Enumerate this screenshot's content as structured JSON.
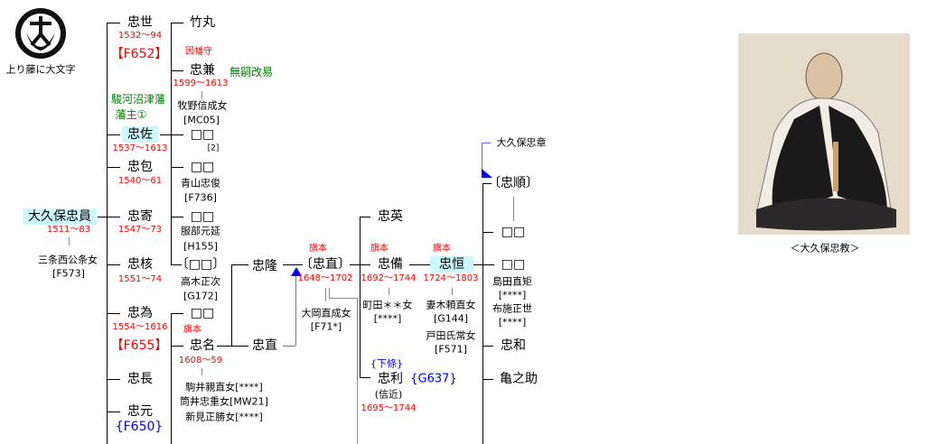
{
  "crest": {
    "label": "上り藤に大文字"
  },
  "root": {
    "name": "大久保忠員",
    "dates": "1511〜83",
    "wife": "三条西公条女",
    "wife_code": "[F573]"
  },
  "gen2": [
    {
      "name": "忠世",
      "dates": "1532〜94",
      "code": "【F652】"
    },
    {
      "note1": "駿河沼津藩",
      "note2": "藩主①",
      "name": "忠佐",
      "dates": "1537〜1613"
    },
    {
      "name": "忠包",
      "dates": "1540〜61"
    },
    {
      "name": "忠寄",
      "dates": "1547〜73"
    },
    {
      "name": "忠核",
      "dates": "1551〜74"
    },
    {
      "name": "忠為",
      "dates": "1554〜1616",
      "code": "【F655】"
    },
    {
      "name": "忠長"
    },
    {
      "name": "忠元",
      "code": "{F650}"
    }
  ],
  "gen3": [
    {
      "name": "竹丸"
    },
    {
      "title": "因幡守",
      "name": "忠兼",
      "note": "無嗣改易",
      "dates": "1599〜1613",
      "wife": "牧野信成女",
      "wife_code": "[MC05]"
    },
    {
      "name": "□□",
      "note": "[2]"
    },
    {
      "name": "□□",
      "wife": "青山忠俊",
      "wife_code": "[F736]"
    },
    {
      "name": "□□",
      "wife": "服部元延",
      "wife_code": "[H155]"
    },
    {
      "name": "〔□□〕",
      "wife": "高木正次",
      "wife_code": "[G172]"
    },
    {
      "name": "□□"
    },
    {
      "title": "旗本",
      "name": "忠名",
      "dates": "1608〜59",
      "wives": [
        "駒井親直女[****]",
        "筒井忠重女[MW21]",
        "新見正勝女[****]"
      ]
    }
  ],
  "gen4": [
    {
      "name": "忠隆"
    },
    {
      "name": "忠直"
    }
  ],
  "gen5": {
    "title": "旗本",
    "name": "〔忠直〕",
    "dates": "1648〜1702",
    "wife": "大岡直成女",
    "wife_code": "[F71*]"
  },
  "gen6": [
    {
      "name": "忠英"
    },
    {
      "title": "旗本",
      "name": "忠備",
      "dates": "1692〜1744",
      "wife": "町田＊＊女",
      "wife_code": "[****]"
    },
    {
      "pre": "{下條}",
      "name": "忠利",
      "code": "{G637}",
      "alias": "(信近)",
      "dates": "1695〜1744"
    }
  ],
  "gen7": {
    "title": "旗本",
    "name": "忠恒",
    "dates": "1724〜1803",
    "wives": [
      "妻木頼直女",
      "[G144]",
      "戸田氏常女",
      "[F571]"
    ]
  },
  "gen8": {
    "adopt_from": "大久保忠章",
    "items": [
      {
        "name": "〔忠順〕"
      },
      {
        "name": "□□"
      },
      {
        "name": "□□",
        "wives": [
          "島田直矩",
          "[****]",
          "布施正世",
          "[****]"
        ]
      },
      {
        "name": "忠和"
      },
      {
        "name": "亀之助"
      }
    ]
  },
  "portrait": {
    "caption": "＜大久保忠教＞"
  }
}
